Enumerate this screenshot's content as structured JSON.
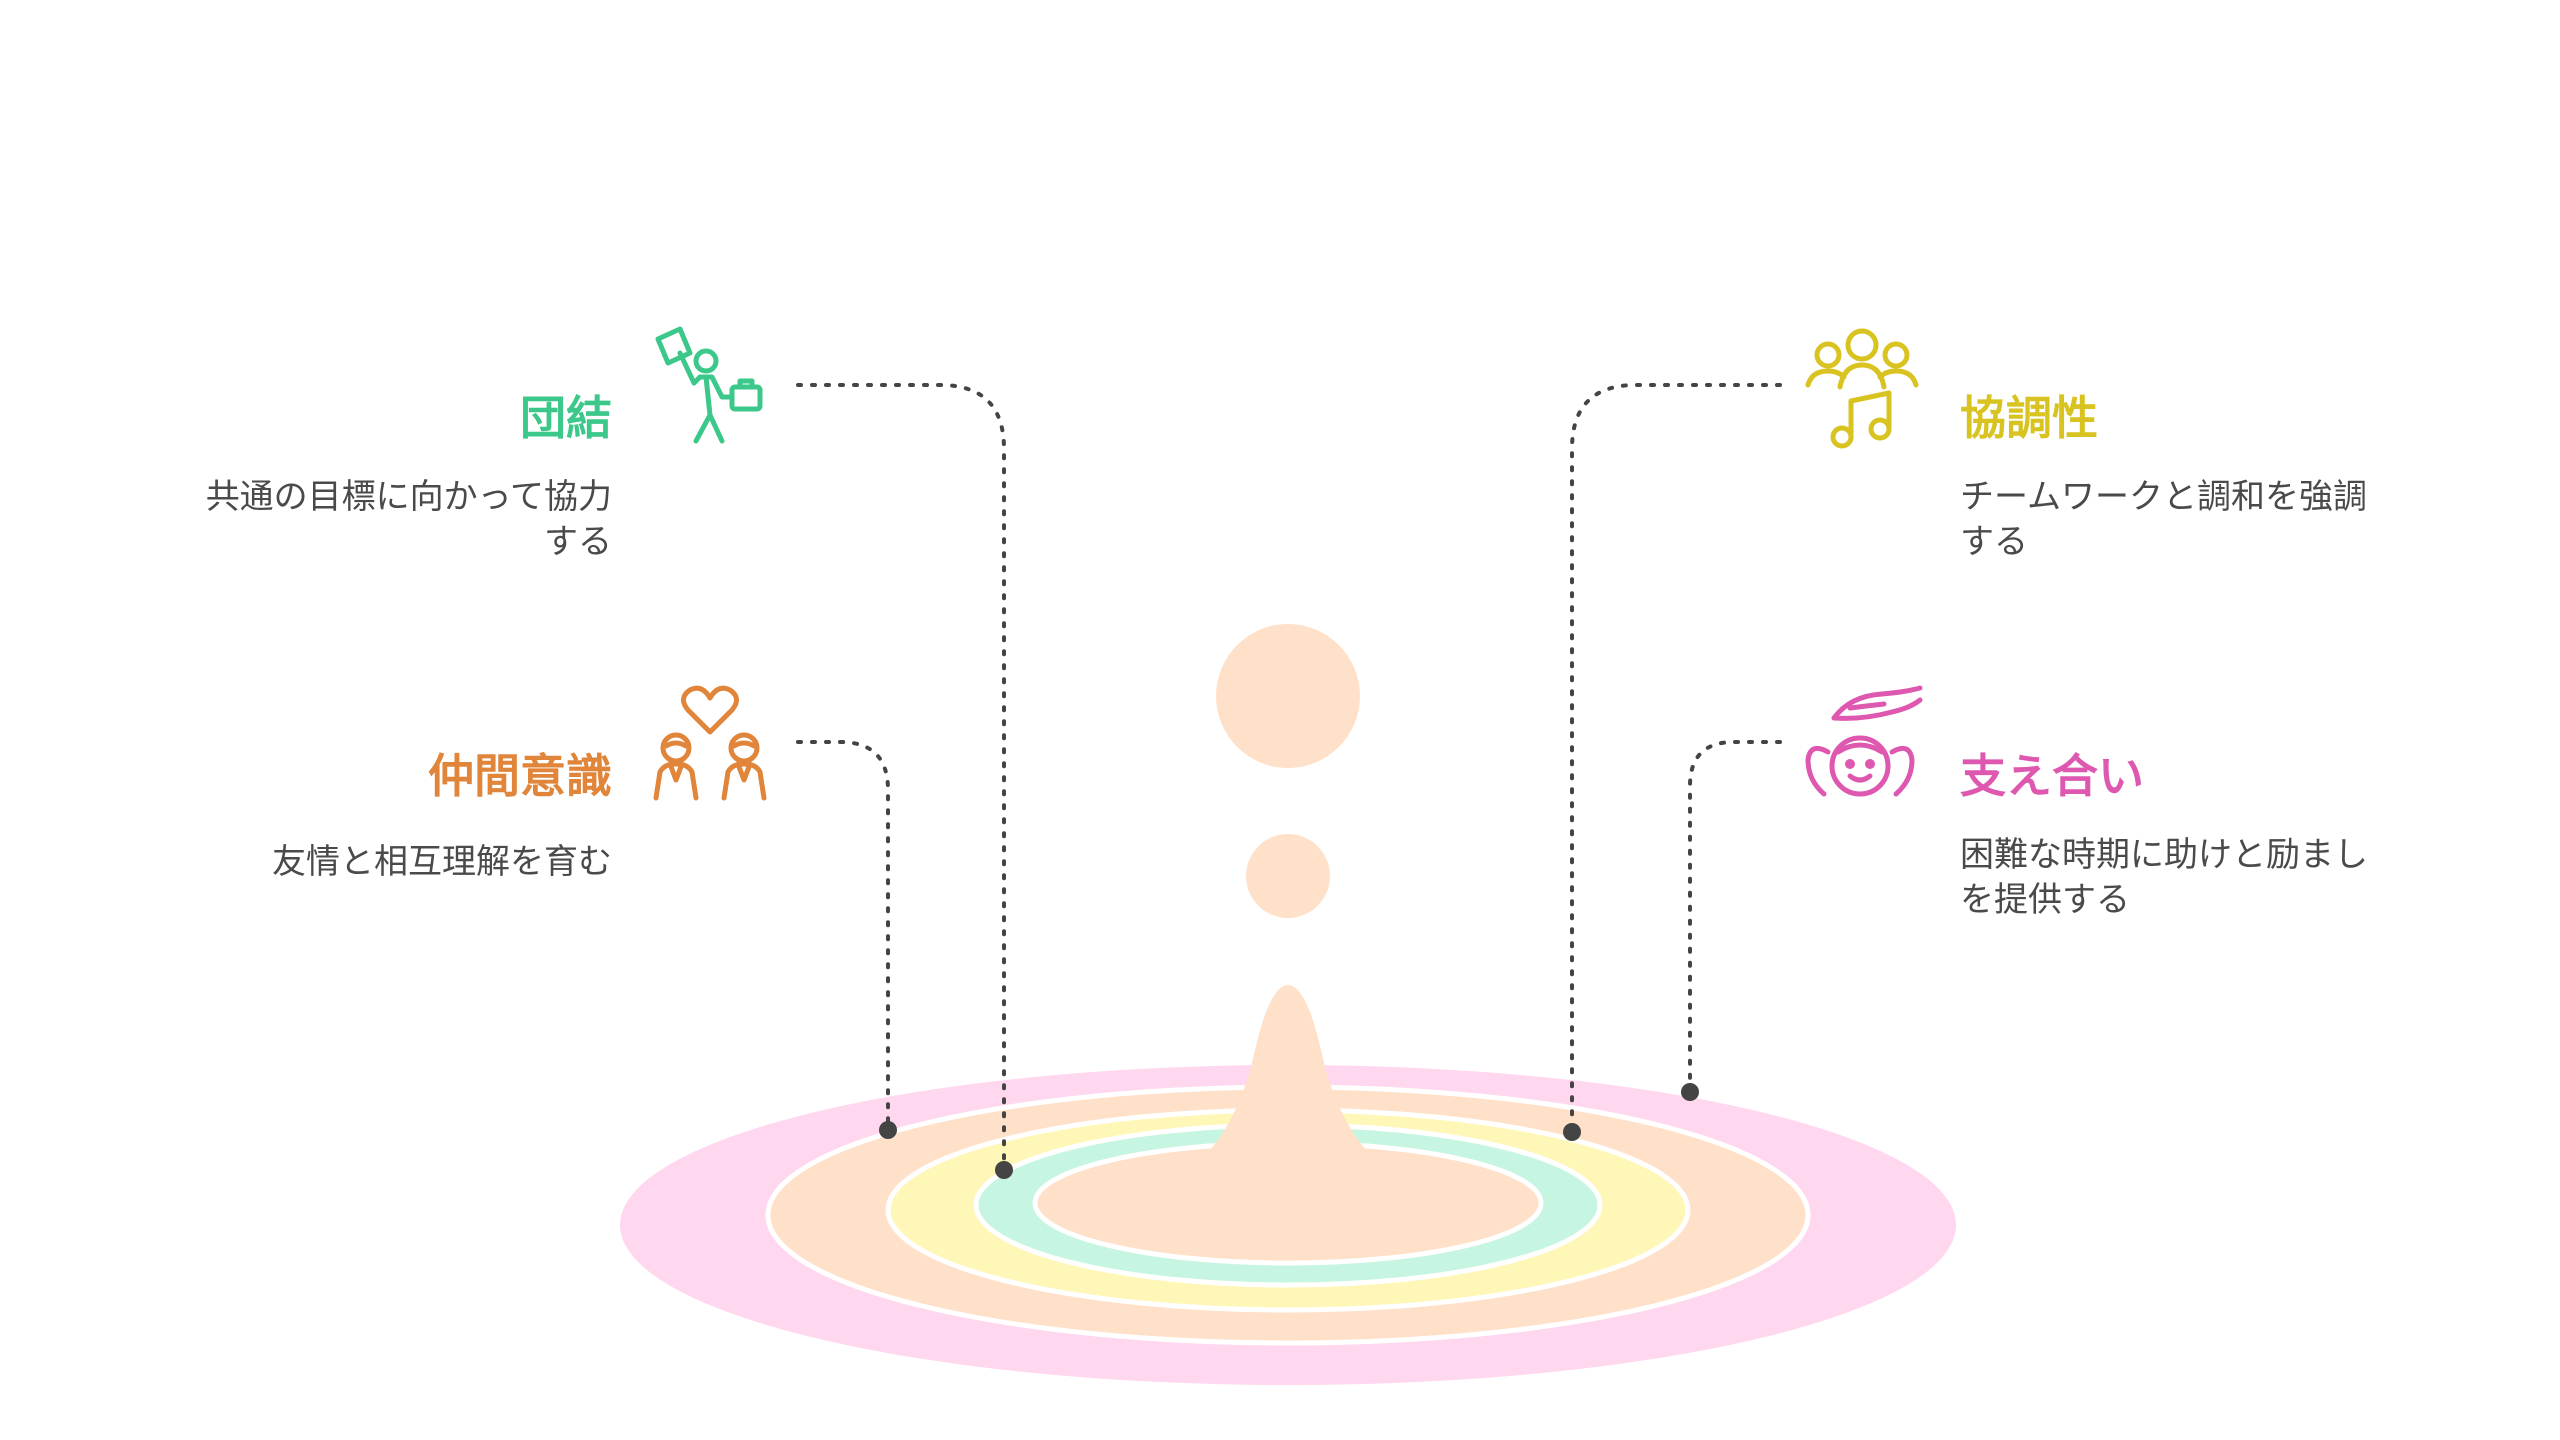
{
  "items": [
    {
      "id": "unity",
      "title": "団結",
      "desc": "共通の目標に向かって協力する",
      "color": "#3cc88a",
      "icon": "person-flag-icon",
      "ring": "#c6f6e1"
    },
    {
      "id": "fellowship",
      "title": "仲間意識",
      "desc": "友情と相互理解を育む",
      "color": "#e0853a",
      "icon": "two-people-heart-icon",
      "ring": "#ffe0c8"
    },
    {
      "id": "harmony",
      "title": "協調性",
      "desc": "チームワークと調和を強調する",
      "color": "#d9c320",
      "icon": "group-music-icon",
      "ring": "#fff7b8"
    },
    {
      "id": "support",
      "title": "支え合い",
      "desc": "困難な時期に助けと励ましを提供する",
      "color": "#de58b0",
      "icon": "hand-child-icon",
      "ring": "#ffd7ee"
    }
  ],
  "colors": {
    "drop": "#ffe0c8",
    "ring_outer": "#ffd7ee",
    "ring_peach": "#ffe0c8",
    "ring_yellow": "#fff7b8",
    "ring_mint": "#c6f6e1",
    "connector": "#444444"
  }
}
